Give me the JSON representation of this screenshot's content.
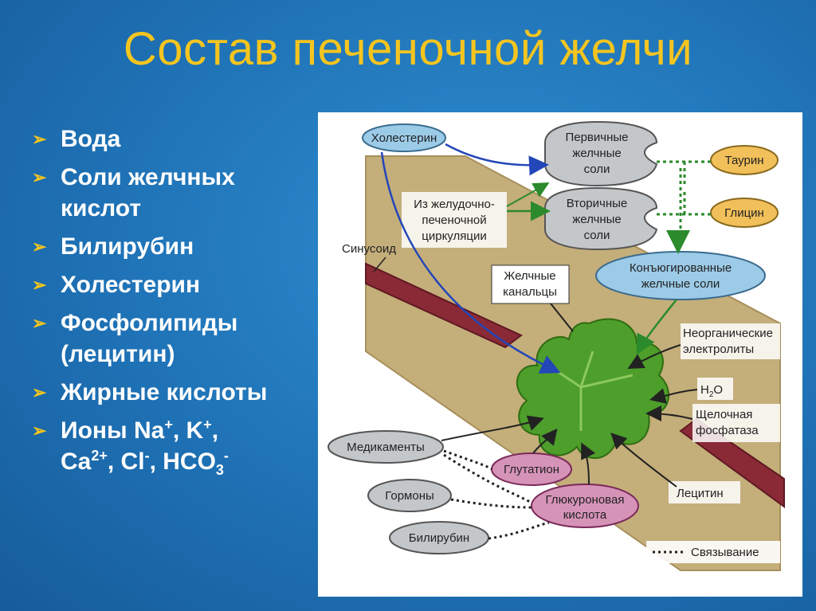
{
  "title": "Состав печеночной желчи",
  "bullets": [
    {
      "text": "Вода"
    },
    {
      "text": "Соли желчных кислот"
    },
    {
      "text": "Билирубин"
    },
    {
      "text": "Холестерин"
    },
    {
      "text": "Фосфолипиды (лецитин)"
    },
    {
      "text": "Жирные кислоты"
    },
    {
      "ions_prefix": "Ионы Na",
      "na_sup": "+",
      "k": ", K",
      "k_sup": "+",
      "comma1": ",",
      "ca": "Ca",
      "ca_sup": "2+",
      "cl": ", Cl",
      "cl_sup": "-",
      "hco": ", HCO",
      "hco_sub": "3",
      "hco_sup": "-"
    }
  ],
  "diagram": {
    "cholesterol": "Холестерин",
    "primary": [
      "Первичные",
      "желчные",
      "соли"
    ],
    "taurine": "Таурин",
    "from_circ": [
      "Из желудочно-",
      "печеночной",
      "циркуляции"
    ],
    "secondary": [
      "Вторичные",
      "желчные",
      "соли"
    ],
    "glycine": "Глицин",
    "sinusoid": "Синусоид",
    "conjugated": [
      "Конъюгированные",
      "желчные соли"
    ],
    "canaliculi": [
      "Желчные",
      "канальцы"
    ],
    "inorganic": [
      "Неорганические",
      "электролиты"
    ],
    "h2o_h": "H",
    "h2o_2": "2",
    "h2o_o": "O",
    "alkaline": [
      "Щелочная",
      "фосфатаза"
    ],
    "drugs": "Медикаменты",
    "glutathione": "Глутатион",
    "hormones": "Гормоны",
    "lecithin": "Лецитин",
    "glucuronic": [
      "Глюкуроновая",
      "кислота"
    ],
    "bilirubin": "Билирубин",
    "binding": "Связывание"
  },
  "colors": {
    "background": "#1f72b6",
    "title": "#f5c51f",
    "tissue": "#c4ae7a",
    "cell": "#4d9e2a",
    "vessel": "#8a2a36",
    "oval_blue": "#9ccbe8",
    "oval_gray": "#c4c7c9",
    "oval_yellow": "#f2c05a",
    "oval_pink": "#d693b8"
  }
}
